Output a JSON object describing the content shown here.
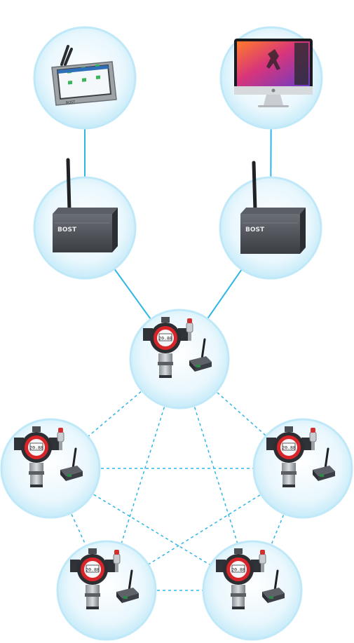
{
  "diagram": {
    "nodes": [
      {
        "id": "terminal",
        "icon": "touch-panel-terminal-icon",
        "screen_lines": [
          "BOST"
        ]
      },
      {
        "id": "monitor",
        "icon": "desktop-monitor-icon"
      },
      {
        "id": "gateway-left",
        "icon": "wireless-gateway-icon",
        "brand": "BOST"
      },
      {
        "id": "gateway-right",
        "icon": "wireless-gateway-icon",
        "brand": "BOST"
      },
      {
        "id": "detector-hub",
        "icon": "gas-detector-icon",
        "display": "20.88"
      },
      {
        "id": "detector-mid-left",
        "icon": "gas-detector-icon",
        "display": "20.88"
      },
      {
        "id": "detector-mid-right",
        "icon": "gas-detector-icon",
        "display": "20.88"
      },
      {
        "id": "detector-bottom-left",
        "icon": "gas-detector-icon",
        "display": "20.88"
      },
      {
        "id": "detector-bottom-right",
        "icon": "gas-detector-icon",
        "display": "20.88"
      }
    ],
    "solid_links": [
      [
        "terminal",
        "gateway-left"
      ],
      [
        "monitor",
        "gateway-right"
      ],
      [
        "gateway-left",
        "detector-hub"
      ],
      [
        "gateway-right",
        "detector-hub"
      ]
    ],
    "mesh_links": [
      [
        "detector-hub",
        "detector-mid-left"
      ],
      [
        "detector-hub",
        "detector-mid-right"
      ],
      [
        "detector-hub",
        "detector-bottom-left"
      ],
      [
        "detector-hub",
        "detector-bottom-right"
      ],
      [
        "detector-mid-left",
        "detector-mid-right"
      ],
      [
        "detector-mid-left",
        "detector-bottom-left"
      ],
      [
        "detector-mid-left",
        "detector-bottom-right"
      ],
      [
        "detector-mid-right",
        "detector-bottom-left"
      ],
      [
        "detector-mid-right",
        "detector-bottom-right"
      ],
      [
        "detector-bottom-left",
        "detector-bottom-right"
      ]
    ],
    "colors": {
      "circle_fill": "#dff4fc",
      "circle_ring": "#bfe8f8",
      "link": "#2fb6e6",
      "device_dark": "#3a3d42",
      "detector_red": "#d8252a"
    }
  }
}
